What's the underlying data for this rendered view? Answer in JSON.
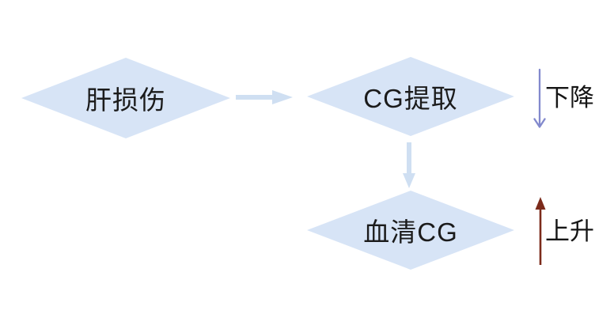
{
  "canvas": {
    "background": "#ffffff"
  },
  "diagram": {
    "type": "flowchart",
    "node_shape": "diamond",
    "node_fill": "#d7e4f6",
    "node_text_color": "#1b1b1b",
    "connector_fill": "#cfdff2",
    "nodes": [
      {
        "id": "liver-injury",
        "label": "肝损伤"
      },
      {
        "id": "cg-uptake",
        "label": "CG提取"
      },
      {
        "id": "serum-cg",
        "label": "血清CG"
      }
    ],
    "flow": [
      {
        "from": "liver-injury",
        "to": "cg-uptake",
        "direction": "right"
      },
      {
        "from": "cg-uptake",
        "to": "serum-cg",
        "direction": "down"
      }
    ],
    "indicators": [
      {
        "id": "decrease",
        "label": "下降",
        "direction": "down",
        "arrow_color": "#8289cd",
        "attached_to": "cg-uptake"
      },
      {
        "id": "increase",
        "label": "上升",
        "direction": "up",
        "arrow_color": "#7c2b1b",
        "attached_to": "serum-cg"
      }
    ]
  }
}
